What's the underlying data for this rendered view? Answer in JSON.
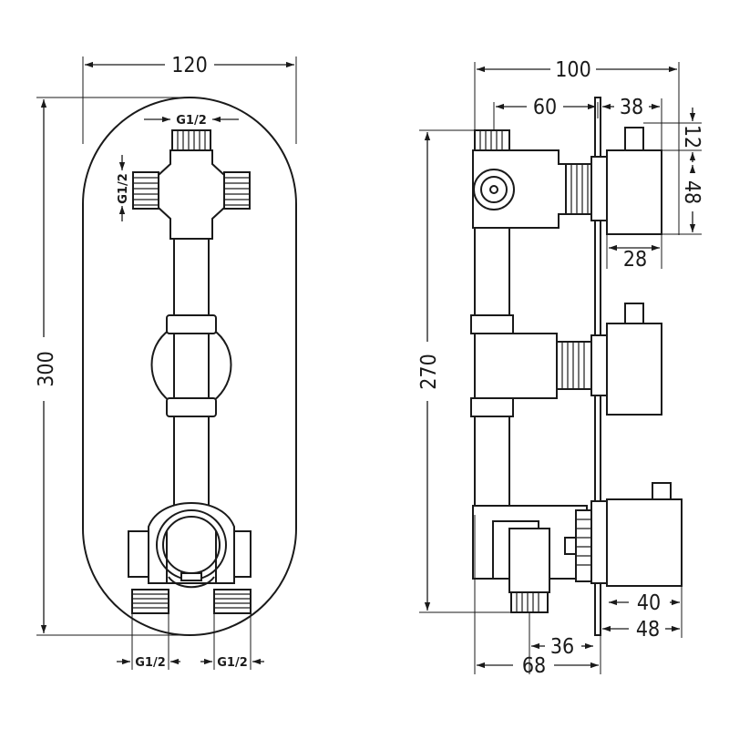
{
  "front_view": {
    "width_label": "120",
    "height_label": "300",
    "top_connection_label": "G1/2",
    "left_connection_label": "G1/2",
    "bottom_left_connection_label": "G1/2",
    "bottom_right_connection_label": "G1/2"
  },
  "side_view": {
    "total_depth_label": "100",
    "body_depth_label": "60",
    "handle_offset_label": "38",
    "handle_cap_label": "12",
    "handle_height_label": "48",
    "handle_width_label": "28",
    "height_label": "270",
    "thermostat_width_label": "40",
    "thermostat_depth_label": "48",
    "outlet_offset_label": "36",
    "bottom_depth_label": "68"
  }
}
